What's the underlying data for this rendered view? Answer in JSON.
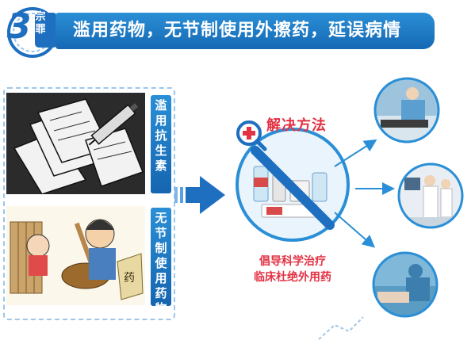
{
  "header": {
    "badge_number": "3",
    "badge_text_1": "宗",
    "badge_text_2": "罪",
    "title": "滥用药物，无节制使用外擦药，延误病情"
  },
  "left_panel": {
    "label_1": [
      "滥",
      "用",
      "抗",
      "生",
      "素"
    ],
    "label_2": [
      "无",
      "节",
      "制",
      "使",
      "用",
      "药",
      "物"
    ]
  },
  "solution": {
    "title": "解决方法",
    "advocate_line_1": "倡导科学治疗",
    "advocate_line_2": "临床杜绝外用药"
  },
  "colors": {
    "brand_blue": "#1f6fc0",
    "accent_red": "#e23243"
  }
}
